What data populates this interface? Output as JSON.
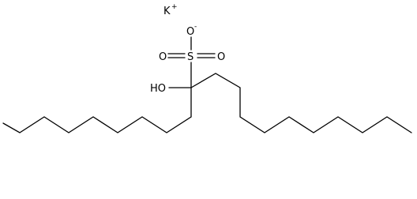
{
  "atoms": {
    "potassium": "K",
    "potassium_charge": "+",
    "oxygen_anion": "O",
    "oxygen_anion_charge": "-",
    "oxygen_left": "O",
    "sulfur": "S",
    "oxygen_right": "O",
    "hydroxyl": "HO"
  },
  "colors": {
    "bond": "#000000",
    "label": "#000000",
    "background": "#ffffff"
  }
}
